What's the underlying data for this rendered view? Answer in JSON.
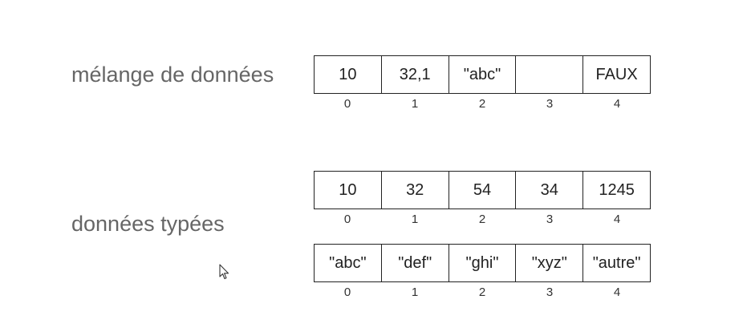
{
  "labels": {
    "mixed": "mélange de données",
    "typed": "données typées"
  },
  "arrays": {
    "mixed": {
      "cells": [
        "10",
        "32,1",
        "\"abc\"",
        "",
        "FAUX"
      ],
      "indices": [
        "0",
        "1",
        "2",
        "3",
        "4"
      ]
    },
    "typed_numbers": {
      "cells": [
        "10",
        "32",
        "54",
        "34",
        "1245"
      ],
      "indices": [
        "0",
        "1",
        "2",
        "3",
        "4"
      ]
    },
    "typed_strings": {
      "cells": [
        "\"abc\"",
        "\"def\"",
        "\"ghi\"",
        "\"xyz\"",
        "\"autre\""
      ],
      "indices": [
        "0",
        "1",
        "2",
        "3",
        "4"
      ]
    }
  },
  "icons": {
    "cursor": "mouse-pointer-icon"
  }
}
